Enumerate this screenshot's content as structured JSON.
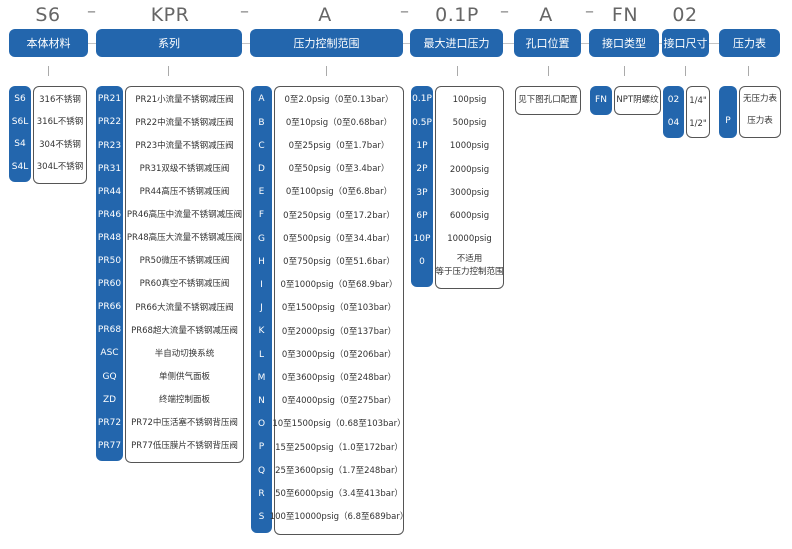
{
  "codes": [
    "S6",
    "KPR",
    "A",
    "0.1P",
    "A",
    "FN",
    "02"
  ],
  "headers": [
    "本体材料",
    "系列",
    "压力控制范围",
    "最大进口压力",
    "孔口位置",
    "接口类型",
    "接口尺寸",
    "压力表"
  ],
  "material": {
    "codes": [
      "S6",
      "S6L",
      "S4",
      "S4L"
    ],
    "labels": [
      "316不锈钢",
      "316L不锈钢",
      "304不锈钢",
      "304L不锈钢"
    ]
  },
  "series": {
    "codes": [
      "PR21",
      "PR22",
      "PR23",
      "PR31",
      "PR44",
      "PR46",
      "PR48",
      "PR50",
      "PR60",
      "PR66",
      "PR68",
      "ASC",
      "GQ",
      "ZD",
      "PR72",
      "PR77"
    ],
    "labels": [
      "PR21小流量不锈钢减压阀",
      "PR22中流量不锈钢减压阀",
      "PR23中流量不锈钢减压阀",
      "PR31双级不锈钢减压阀",
      "PR44高压不锈钢减压阀",
      "PR46高压中流量不锈钢减压阀",
      "PR48高压大流量不锈钢减压阀",
      "PR50微压不锈钢减压阀",
      "PR60真空不锈钢减压阀",
      "PR66大流量不锈钢减压阀",
      "PR68超大流量不锈钢减压阀",
      "半自动切换系统",
      "单侧供气面板",
      "终端控制面板",
      "PR72中压活塞不锈钢背压阀",
      "PR77低压膜片不锈钢背压阀"
    ]
  },
  "pressure": {
    "codes": [
      "A",
      "B",
      "C",
      "D",
      "E",
      "F",
      "G",
      "H",
      "I",
      "J",
      "K",
      "L",
      "M",
      "N",
      "O",
      "P",
      "Q",
      "R",
      "S"
    ],
    "labels": [
      "0至2.0psig（0至0.13bar）",
      "0至10psig（0至0.68bar）",
      "0至25psig（0至1.7bar）",
      "0至50psig（0至3.4bar）",
      "0至100psig（0至6.8bar）",
      "0至250psig（0至17.2bar）",
      "0至500psig（0至34.4bar）",
      "0至750psig（0至51.6bar）",
      "0至1000psig（0至68.9bar）",
      "0至1500psig（0至103bar）",
      "0至2000psig（0至137bar）",
      "0至3000psig（0至206bar）",
      "0至3600psig（0至248bar）",
      "0至4000psig（0至275bar）",
      "10至1500psig（0.68至103bar）",
      "15至2500psig（1.0至172bar）",
      "25至3600psig（1.7至248bar）",
      "50至6000psig（3.4至413bar）",
      "100至10000psig（6.8至689bar）"
    ]
  },
  "inlet": {
    "codes": [
      "0.1P",
      "0.5P",
      "1P",
      "2P",
      "3P",
      "6P",
      "10P",
      "0"
    ],
    "labels": [
      "100psig",
      "500psig",
      "1000psig",
      "2000psig",
      "3000psig",
      "6000psig",
      "10000psig",
      "不适用",
      "等于压力控制范围"
    ]
  },
  "orifice": {
    "label": "见下图孔口配置"
  },
  "connection": {
    "code": "FN",
    "label": "NPT阴螺纹"
  },
  "size": {
    "codes": [
      "02",
      "04"
    ],
    "labels": [
      "1/4\"",
      "1/2\""
    ]
  },
  "gauge": {
    "code": "P",
    "labels": [
      "无压力表",
      "压力表"
    ]
  }
}
